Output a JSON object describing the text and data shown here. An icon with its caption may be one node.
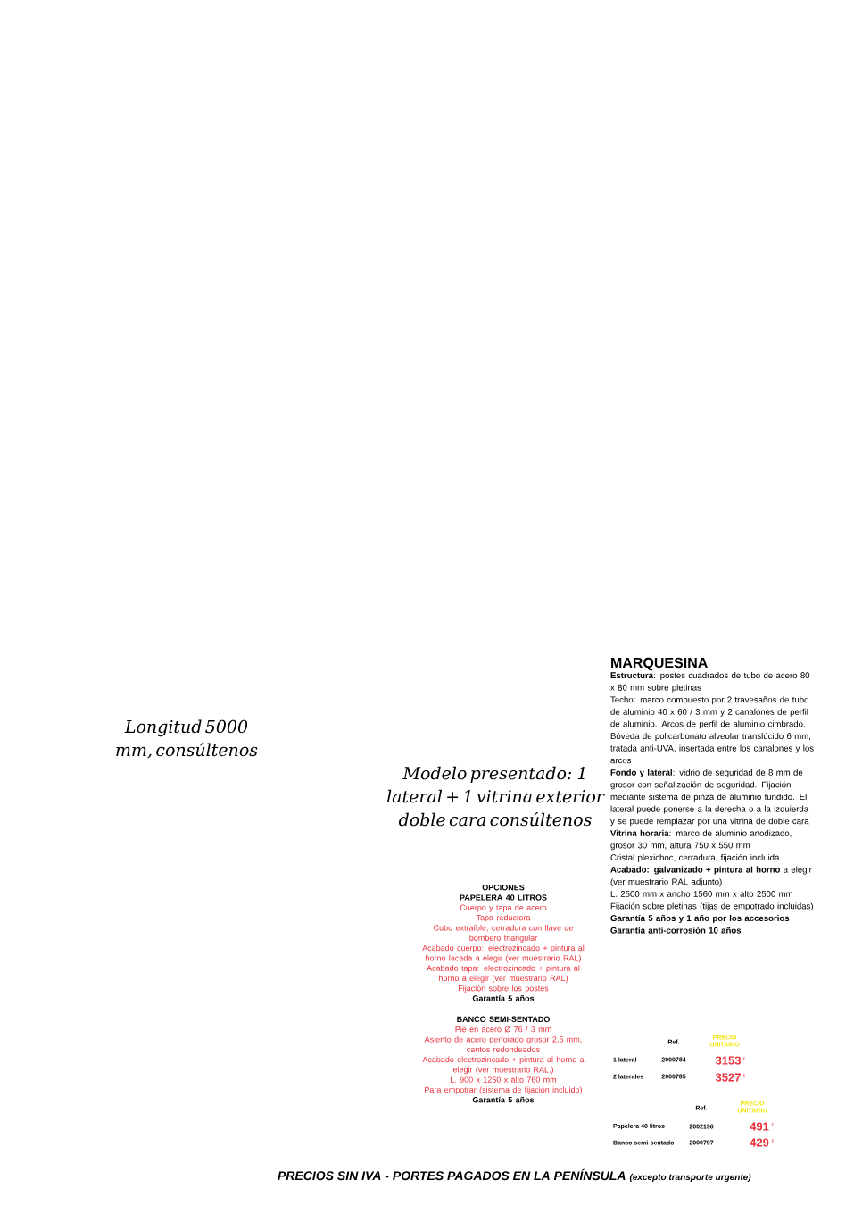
{
  "diagram": {
    "title": "MARQUESINA",
    "labels": [
      "Longitud 5000 mm, consúltenos",
      "Modelo presentado: 1 lateral + 1 vitrina exterior doble cara consúltenos",
      "OPCIONES",
      "PAPELERA 40 LITROS",
      "Cuerpo y tapa de acero",
      "Tapa reductora",
      "Cubo extraíble, cerradura con llave de bombero triangular",
      "Acabado cuerpo: electrozincado + pintura al horno lacada a elegir (ver muestrario RAL)",
      "Acabado tapa: electrozincado + pintura al horno a elegir (ver muestrario RAL)",
      "Fijación sobre los postes",
      "Garantía 5 años",
      "BANCO SEMI-SENTADO",
      "Pie en acero Ø 76 / 3 mm",
      "Asiento de acero perforado grosor 2,5 mm, cantos redondeados",
      "Acabado electrozincado + pintura al horno a elegir (ver muestrario RAL.)",
      "L. 900 x 1250 x alto 760 mm",
      "Para empotrar (sistema de fijación incluido)",
      "Garantía 5 años",
      "**Estructura**: postes cuadrados de tubo de acero 80 x 80 mm sobre pletinas",
      "Techo: marco compuesto por 2 travesaños de tubo de aluminio 40 x 60 / 3 mm y 2 canalones de perfil de aluminio. Arcos de perfil de aluminio cimbrado.",
      "Bóveda de policarbonato alveolar translúcido 6 mm, tratada anti-UVA, insertada entre los canalones y los arcos",
      "**Fondo y lateral**: vidrio de seguridad de 8 mm de grosor con señalización de seguridad. Fijación mediante sistema de pinza de aluminio fundido. El lateral puede ponerse a la derecha o a la izquierda y se puede remplazar por una vitrina de doble cara",
      "**Vitrina horaria**: marco de aluminio anodizado, grosor 30 mm, altura 750 x 550 mm",
      "Cristal plexichoc, cerradura, fijación incluida",
      "**Acabado: galvanizado + pintura al horno** a elegir (ver muestrario RAL adjunto)",
      "L. 2500 mm x ancho 1560 mm x alto 2500 mm",
      "Fijación sobre pletinas (tijas de empotrado incluidas)",
      "Garantía 5 años y 1 año por los accesorios",
      "Garantía anti-corrosión 10 años",
      "Ref.",
      "PRECIO UNITARIO",
      "1 lateral",
      "2000784",
      "3153",
      "€",
      "2 laterales",
      "2000785",
      "3527",
      "€",
      "Ref.",
      "PRECIO UNITARIO",
      "Papelera 40 litros",
      "2002196",
      "491",
      "€",
      "Banco semi-sentado",
      "2000797",
      "429",
      "€",
      "PRECIOS SIN IVA - PORTES PAGADOS EN LA PENÍNSULA",
      "(excepto transporte urgente)"
    ]
  }
}
